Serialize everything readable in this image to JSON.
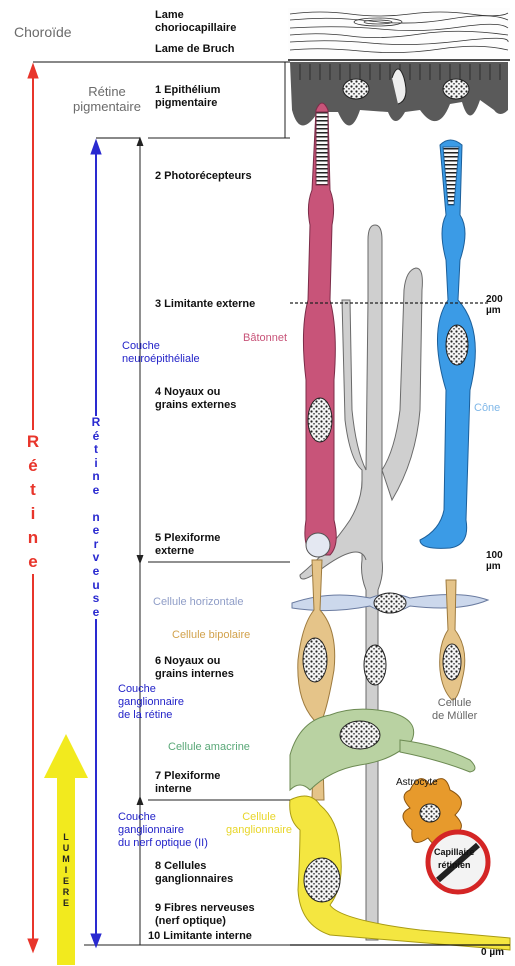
{
  "left_labels": {
    "choroide": "Choroïde",
    "retine_pigmentaire": "Rétine\npigmentaire",
    "couche_neuro": "Couche\nneuroépithéliale",
    "couche_ganglio_retine": "Couche\nganglionnaire\nde la rétine",
    "couche_ganglio_nerf": "Couche\nganglionnaire\ndu nerf optique (II)"
  },
  "vertical_labels": {
    "retine": [
      "R",
      "é",
      "t",
      "i",
      "n",
      "e"
    ],
    "retine_nerveuse": [
      "R",
      "é",
      "t",
      "i",
      "n",
      "e",
      "",
      "n",
      "e",
      "r",
      "v",
      "e",
      "u",
      "s",
      "e"
    ],
    "lumiere": [
      "L",
      "U",
      "M",
      "I",
      "E",
      "R",
      "E"
    ]
  },
  "layers": {
    "lame_chorio": "Lame\nchoriocapillaire",
    "lame_bruch": "Lame de Bruch",
    "l1": "1 Epithélium\npigmentaire",
    "l2": "2 Photorécepteurs",
    "l3": "3 Limitante externe",
    "l4": "4 Noyaux ou\ngrains externes",
    "l5": "5 Plexiforme\nexterne",
    "l6": "6 Noyaux ou\ngrains internes",
    "l7": "7 Plexiforme\ninterne",
    "l8": "8 Cellules\nganglionnaires",
    "l9": "9 Fibres nerveuses\n(nerf optique)",
    "l10": "10 Limitante interne"
  },
  "cells": {
    "batonnet": "Bâtonnet",
    "cone": "Cône",
    "horizontale": "Cellule horizontale",
    "bipolaire": "Cellule bipolaire",
    "muller": "Cellule\nde Müller",
    "amacrine": "Cellule amacrine",
    "astrocyte": "Astrocyte",
    "ganglionnaire": "Cellule\nganglionnaire",
    "capillaire": "Capillaire\nrétinien"
  },
  "scale": {
    "s200": "200\nµm",
    "s100": "100\nµm",
    "s0": "0 µm"
  },
  "colors": {
    "retine_red": "#e8352b",
    "nerveuse_blue": "#2a2ad0",
    "lumiere_yellow": "#f2ea1e",
    "rod_pink": "#c85479",
    "cone_blue": "#3b9be6",
    "muller_gray": "#c9c9c9",
    "bipolar_tan": "#e5c489",
    "amacrine_green": "#b9d2a2",
    "horizontal_lavender": "#ccd8ec",
    "ganglion_yellow": "#f4e640",
    "astrocyte_orange": "#e79a2c",
    "capillary_red": "#d42525"
  }
}
